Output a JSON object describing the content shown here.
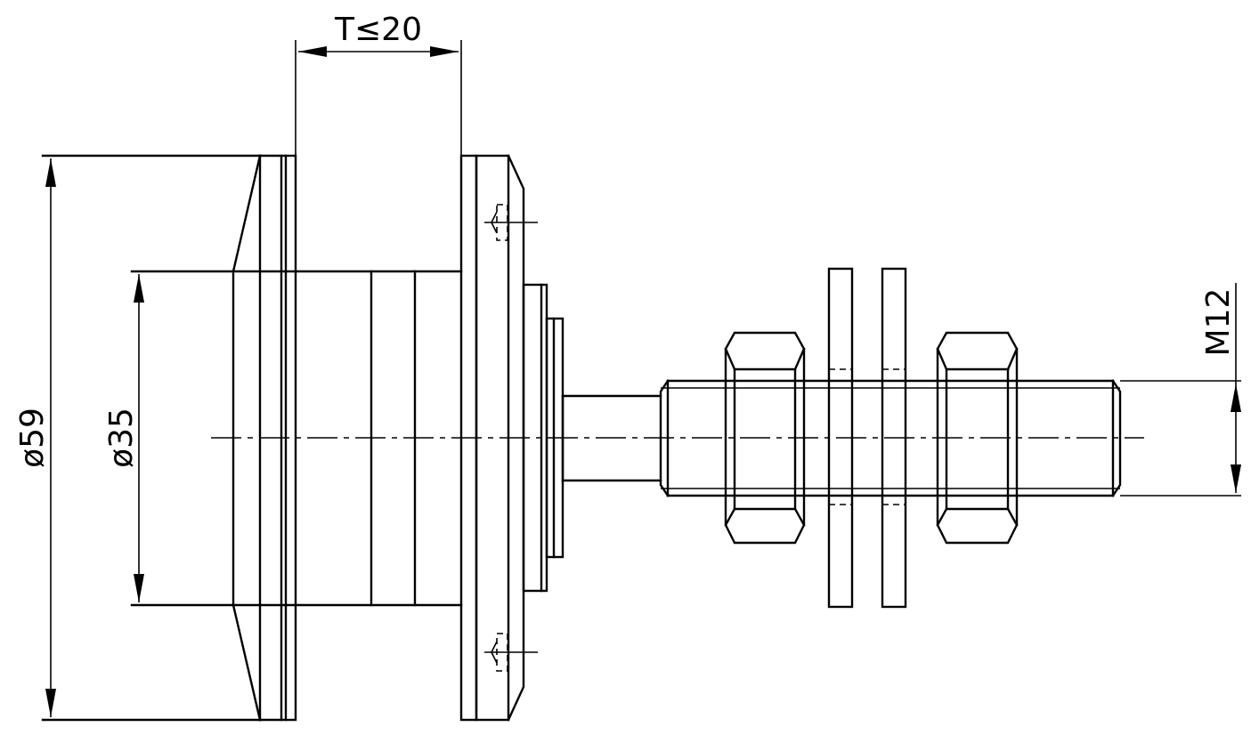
{
  "colors": {
    "line": "#000000",
    "background": "#ffffff"
  },
  "dimensions": {
    "flange_diameter": "ø59",
    "body_diameter": "ø35",
    "thickness": "T≤20",
    "thread": "M12"
  }
}
